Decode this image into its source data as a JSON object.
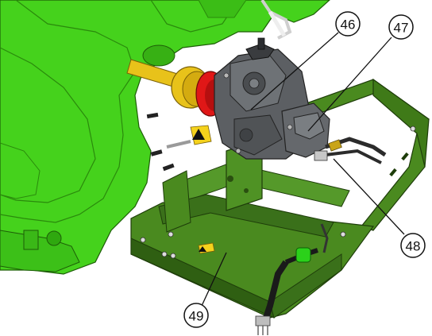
{
  "callouts": [
    {
      "id": "46",
      "label": "46"
    },
    {
      "id": "47",
      "label": "47"
    },
    {
      "id": "48",
      "label": "48"
    },
    {
      "id": "49",
      "label": "49"
    }
  ],
  "colors": {
    "tank_green": "#45d21c",
    "tank_dark": "#2fa80f",
    "frame_green": "#4a8a1f",
    "frame_dark": "#2f5f12",
    "pump_gray": "#5c5f63",
    "shaft_yellow": "#e8c21a",
    "drive_red": "#e01717",
    "warning_yellow": "#f5d21c",
    "callout_line": "#111111"
  },
  "icons": [
    "warning-label-icon",
    "hose-connector-icon"
  ]
}
